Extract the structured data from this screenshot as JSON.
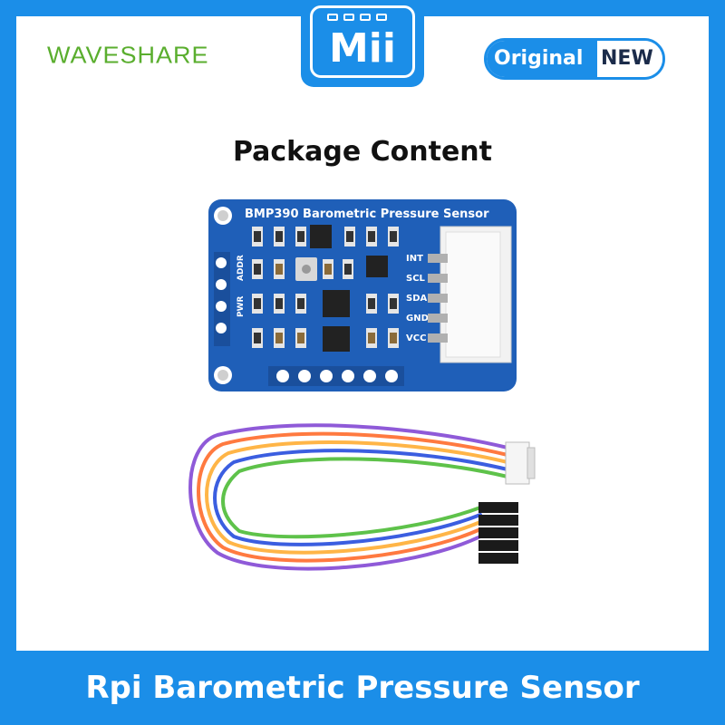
{
  "header": {
    "brand": "WAVESHARE",
    "badge": "Mii",
    "original_label": "Original",
    "new_label": "NEW"
  },
  "package_title": "Package Content",
  "board": {
    "title": "BMP390 Barometric Pressure Sensor",
    "pins": [
      "INT",
      "SCL",
      "SDA",
      "GND",
      "VCC"
    ],
    "left_labels": [
      "ADDR",
      "PWR"
    ]
  },
  "footer": {
    "title": "Rpi Barometric Pressure Sensor"
  },
  "colors": {
    "accent_blue": "#1b8ee8",
    "brand_green": "#5aae2e",
    "pcb_blue": "#1f5fb8"
  }
}
